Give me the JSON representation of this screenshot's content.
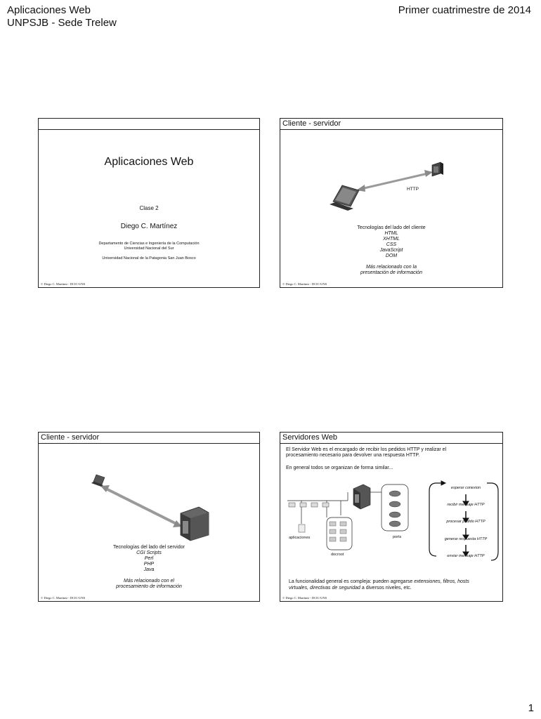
{
  "header": {
    "line1": "Aplicaciones Web",
    "line2": "UNPSJB - Sede Trelew",
    "right": "Primer cuatrimestre de 2014"
  },
  "page_number": "1",
  "slides": {
    "s1": {
      "title": "Aplicaciones Web",
      "subtitle": "Clase 2",
      "author": "Diego C. Martínez",
      "dept1": "Departamento de Ciencias e Ingeniería de la Computación",
      "dept2": "Universidad Nacional del Sur",
      "univ": "Universidad Nacional de la Patagonia San Juan Bosco",
      "footer": "© Diego C. Martínez - DCIC-UNS"
    },
    "s2": {
      "title": "Cliente - servidor",
      "http": "HTTP",
      "tech_heading": "Tecnologías del lado del cliente",
      "techs": [
        "HTML",
        "XHTML",
        "CSS",
        "JavaScript",
        "DOM"
      ],
      "note1": "Más relacionado con la",
      "note2": "presentación de información",
      "footer": "© Diego C. Martínez - DCIC-UNS"
    },
    "s3": {
      "title": "Cliente - servidor",
      "tech_heading": "Tecnologías del lado del servidor",
      "techs": [
        "CGI Scripts",
        "Perl",
        "PHP",
        "Java"
      ],
      "note1": "Más relacionado con el",
      "note2": "procesamiento de información",
      "footer": "© Diego C. Martínez - DCIC-UNS"
    },
    "s4": {
      "title": "Servidores Web",
      "p1a": "El Servidor Web  es el encargado de recibir los pedidos HTTP y realizar el",
      "p1b": "procesamiento necesario para devolver una respuesta HTTP.",
      "p2": "En general todos se organizan de forma similar...",
      "aplicaciones": "aplicaciones",
      "docroot": "docroot",
      "ports": "ports",
      "steps": [
        "esperar conexion",
        "recibir mensaje HTTP",
        "procesar pedido HTTP",
        "generar respuesta HTTP",
        "enviar mensaje HTTP"
      ],
      "bottom_a": "La funcionalidad general es compleja: pueden agregarse ",
      "bottom_b": "extensiones, filtros, hosts",
      "bottom_c": "virtuales, directivas de seguridad",
      "bottom_d": " a diversos niveles, etc.",
      "footer": "© Diego C. Martínez - DCIC-UNS"
    }
  }
}
